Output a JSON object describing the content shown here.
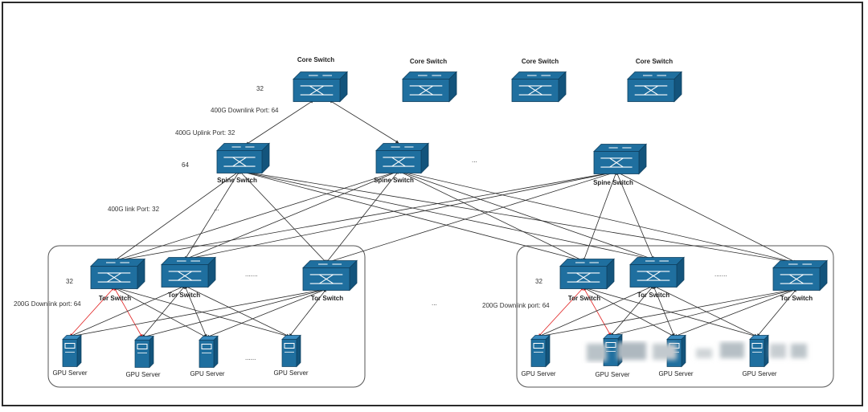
{
  "colors": {
    "device": "#1f6f9f",
    "device_dark": "#13547c",
    "link": "#2a2a2a",
    "highlight_link": "#e02020",
    "group_border": "#555555"
  },
  "core_layer": {
    "switches": [
      {
        "label": "Core Switch",
        "icon": "switch-icon"
      },
      {
        "label": "Core Switch",
        "icon": "switch-icon"
      },
      {
        "label": "Core Switch",
        "icon": "switch-icon"
      },
      {
        "label": "Core Switch",
        "icon": "switch-icon"
      }
    ],
    "count_label": "32",
    "downlink_label": "400G Downlink Port: 64"
  },
  "spine_layer": {
    "switches": [
      {
        "label": "Spine Switch",
        "icon": "switch-icon"
      },
      {
        "label": "Spine Switch",
        "icon": "switch-icon"
      },
      {
        "label": "Spine Switch",
        "icon": "switch-icon"
      }
    ],
    "uplink_label": "400G Uplink Port: 32",
    "count_label": "64",
    "link_label": "400G link Port: 32",
    "ellipsis": "...",
    "small_ellipsis": "..."
  },
  "groups": [
    {
      "count_label": "32",
      "downlink_label": "200G Downlink port: 64",
      "tor_switches": [
        "Tor Switch",
        "Tor Switch",
        "Tor Switch"
      ],
      "tor_ellipsis": ".......",
      "servers": [
        "GPU Server",
        "GPU Server",
        "GPU Server",
        "GPU Server"
      ],
      "server_ellipsis": "......"
    },
    {
      "count_label": "32",
      "downlink_label": "200G Downlink port: 64",
      "tor_switches": [
        "Tor Switch",
        "Tor Switch",
        "Tor Switch"
      ],
      "tor_ellipsis": ".......",
      "servers": [
        "GPU Server",
        "GPU Server",
        "GPU Server",
        "GPU Server"
      ]
    }
  ],
  "group_ellipsis": "..."
}
